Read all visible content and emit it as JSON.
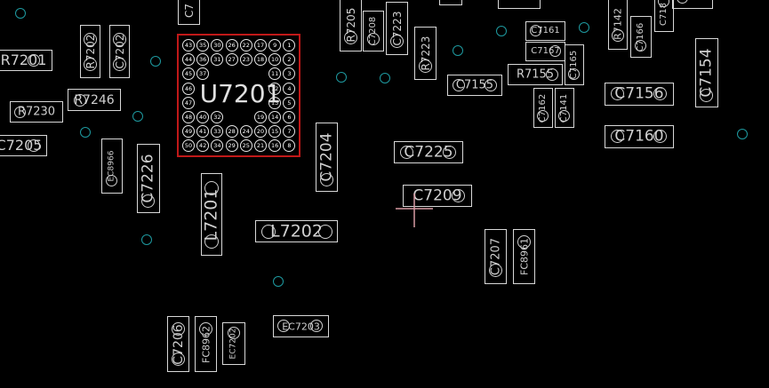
{
  "board": {
    "background": "#000000",
    "chip_outline_color": "#c01818",
    "via_color": "#1e9aa0",
    "silkscreen_color": "#d8d8d8"
  },
  "chip": {
    "name": "U7201",
    "balls": [
      "43",
      "35",
      "30",
      "26",
      "22",
      "17",
      "9",
      "1",
      "44",
      "36",
      "31",
      "27",
      "23",
      "18",
      "10",
      "2",
      "45",
      "37",
      "11",
      "3",
      "46",
      "12",
      "4",
      "47",
      "13",
      "5",
      "48",
      "40",
      "32",
      "19",
      "14",
      "6",
      "49",
      "41",
      "33",
      "28",
      "24",
      "20",
      "15",
      "7",
      "50",
      "42",
      "34",
      "29",
      "25",
      "21",
      "16",
      "8"
    ]
  },
  "components": {
    "R7201": "R7201",
    "R7202": "R7202",
    "C7202": "C7202",
    "R7246": "R7246",
    "R7230": "R7230",
    "C7205": "C7205",
    "EC8966": "EC8966",
    "C7226": "C7226",
    "L7201": "L7201",
    "C7204": "C7204",
    "L7202": "L7202",
    "C7206": "C7206",
    "FC8962": "FC8962",
    "EC7202": "EC7202",
    "EC7203": "EC7203",
    "C7225": "C7225",
    "C7209": "C7209",
    "C7207": "C7207",
    "FC8961": "FC8961",
    "C7155": "C7155",
    "R7155": "R7155",
    "C7161": "C7161",
    "C7167": "C7167",
    "C7165": "C7165",
    "C7162": "C7162",
    "C7141": "C7141",
    "C7156": "C7156",
    "C7160": "C7160",
    "C7154": "C7154",
    "R7142": "R7142",
    "C7166": "C7166",
    "C718x": "C718",
    "R7205": "R7205",
    "C7208": "C7208",
    "C7223": "C7223",
    "R7223": "R7223",
    "C7x": "C7"
  }
}
